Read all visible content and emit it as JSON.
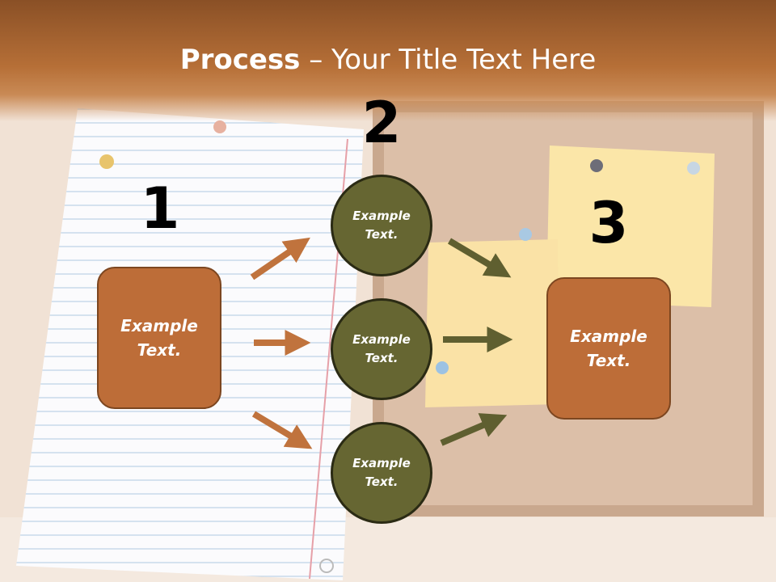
{
  "title": {
    "strong": "Process",
    "rest": " – Your Title Text Here"
  },
  "steps": {
    "one": "1",
    "two": "2",
    "three": "3"
  },
  "nodes": {
    "start": "Example Text.",
    "middle_top": "Example Text.",
    "middle_center": "Example Text.",
    "middle_bottom": "Example Text.",
    "end": "Example Text."
  },
  "colors": {
    "title_band": "#b66f37",
    "box_fill": "#bd6d38",
    "circle_fill": "#666632",
    "orange_arrow": "#c0733d",
    "green_arrow": "#5f5f30"
  }
}
